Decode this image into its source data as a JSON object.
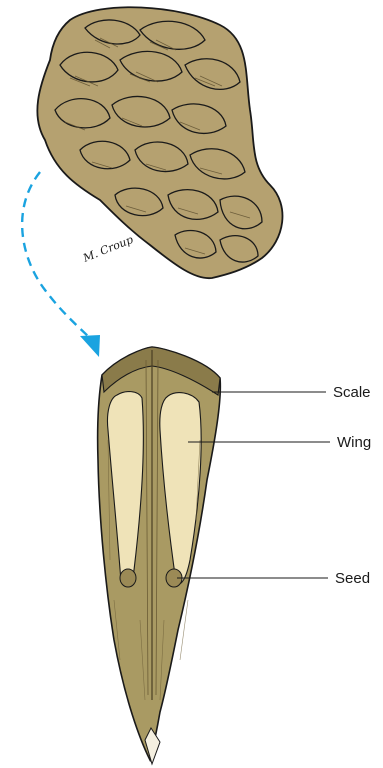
{
  "labels": {
    "scale": "Scale",
    "wing": "Wing",
    "seed": "Seed"
  },
  "signature": "M. Croup",
  "colors": {
    "cone_fill": "#b5a170",
    "cone_shadow": "#7d6b44",
    "scale_fill": "#a99a63",
    "scale_dark": "#8a7b4a",
    "wing_fill": "#efe3b8",
    "arrow": "#1aa3e0",
    "ink": "#1a1a1a"
  }
}
